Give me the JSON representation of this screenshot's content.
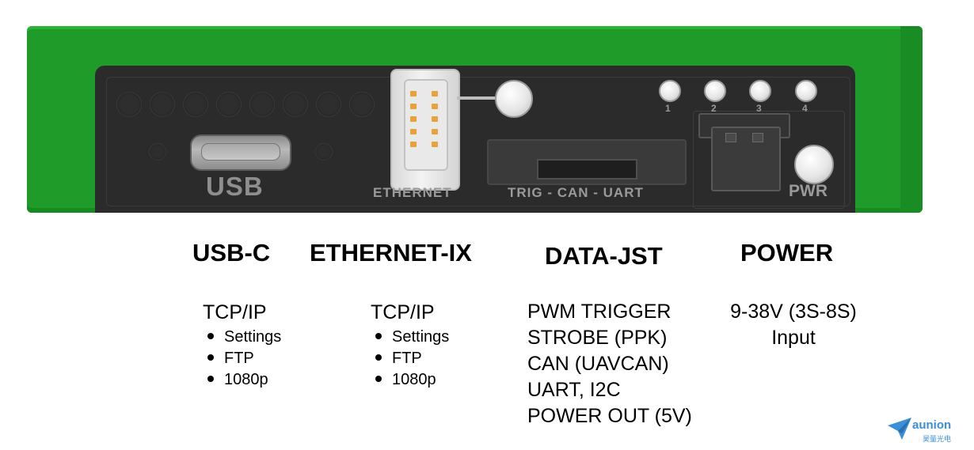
{
  "device": {
    "usb_label": "USB",
    "ethernet_label": "ETHERNET",
    "data_label": "TRIG - CAN - UART",
    "power_label": "PWR",
    "led_numbers": [
      "1",
      "2",
      "3",
      "4"
    ]
  },
  "sections": {
    "usb": {
      "title": "USB-C",
      "subtitle": "TCP/IP",
      "items": [
        "Settings",
        "FTP",
        "1080p"
      ]
    },
    "ethernet": {
      "title": "ETHERNET-IX",
      "subtitle": "TCP/IP",
      "items": [
        "Settings",
        "FTP",
        "1080p"
      ]
    },
    "data": {
      "title": "DATA-JST",
      "lines": [
        "PWM TRIGGER",
        "STROBE (PPK)",
        "CAN (UAVCAN)",
        "UART, I2C",
        "POWER OUT (5V)"
      ]
    },
    "power": {
      "title": "POWER",
      "lines": [
        "9-38V (3S-8S)",
        "Input"
      ]
    }
  },
  "logo": {
    "name": "aunion",
    "subtitle": "昊量光电",
    "icon": "paper-plane-icon",
    "color": "#3a8fd6"
  },
  "colors": {
    "housing": "#1f9b2a",
    "panel": "#2b2b2b",
    "ethernet_pins": "#e8a23a"
  }
}
